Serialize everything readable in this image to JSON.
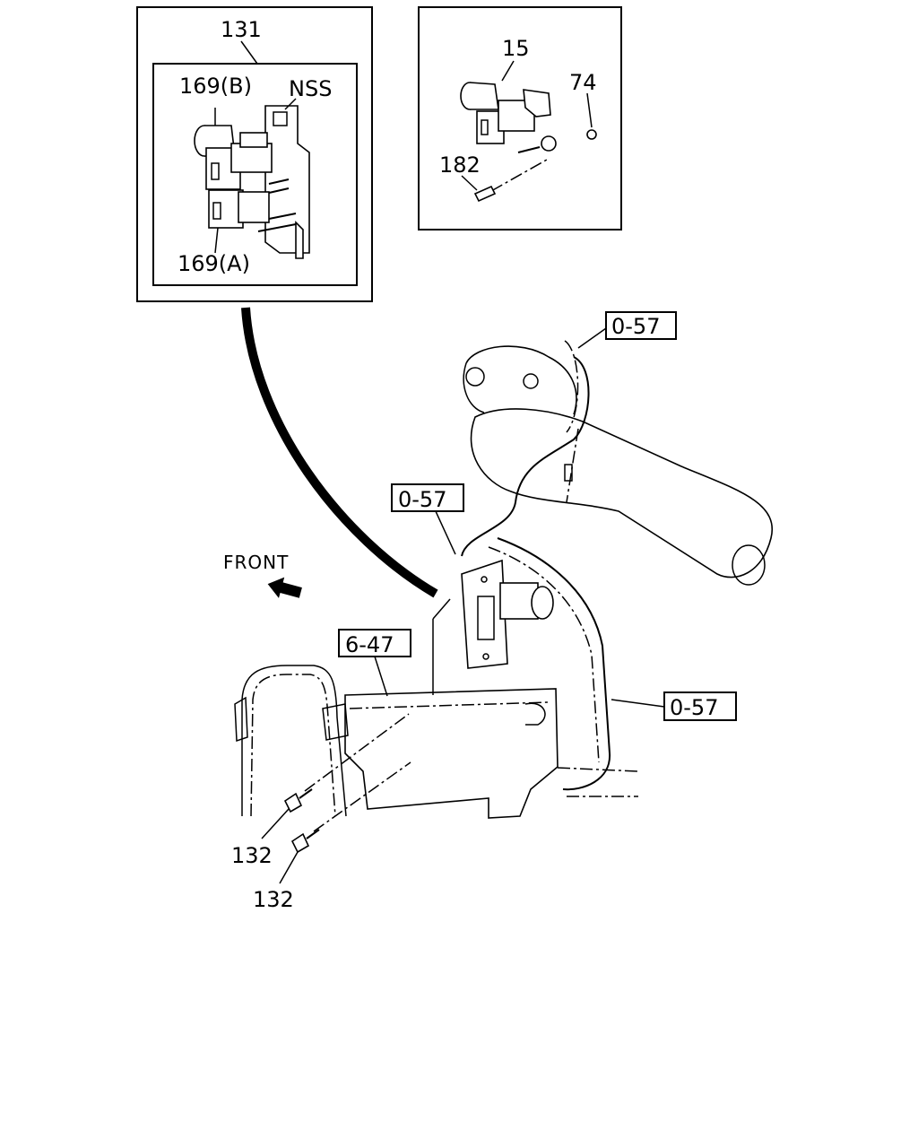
{
  "callouts": {
    "inset_assembly": "131",
    "valve_b": "169(B)",
    "bracket_nss": "NSS",
    "valve_a": "169(A)",
    "solenoid": "15",
    "nut": "74",
    "bolt_small": "182",
    "ref_hose_top": "0-57",
    "ref_hose_mid": "0-57",
    "ref_hose_right": "0-57",
    "ref_bracket": "6-47",
    "front": "FRONT",
    "bolt_upper": "132",
    "bolt_lower": "132"
  }
}
